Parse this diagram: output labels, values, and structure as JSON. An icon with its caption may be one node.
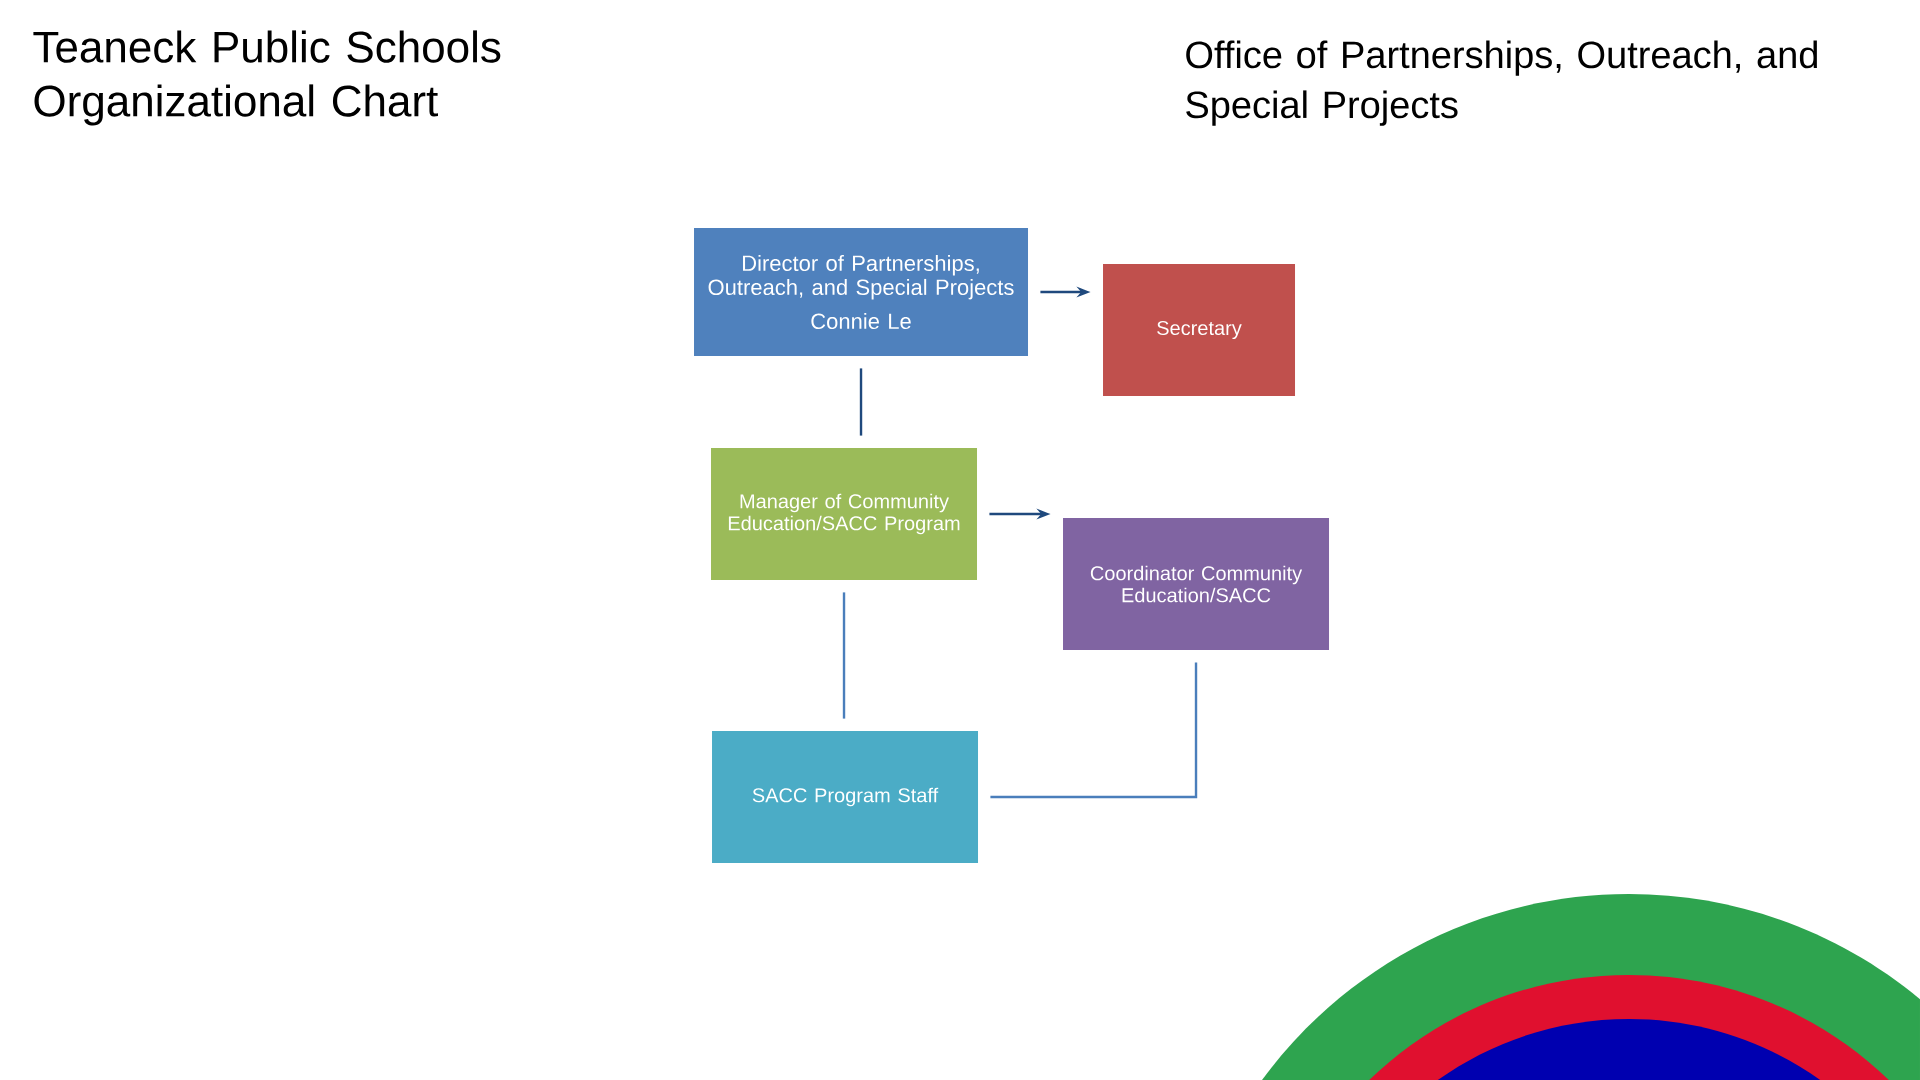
{
  "diagram": {
    "title": "Teaneck Public Schools Organizational Chart",
    "nodes": [
      {
        "text": [
          "Director of Partnerships, Outreach, and Special Projects",
          "Connie Le"
        ]
      },
      {
        "text": [
          "Secretary"
        ]
      },
      {
        "text": [
          "Manager of Community Education/SACC Program"
        ]
      },
      {
        "text": [
          "Coordinator Community Education/SACC"
        ]
      },
      {
        "text": [
          "SACC Program Staff"
        ]
      }
    ],
    "edges": [
      {
        "from": 0,
        "to": 1,
        "arrow": "to"
      },
      {
        "from": 0,
        "to": 2,
        "arrow": "none"
      },
      {
        "from": 2,
        "to": 3,
        "arrow": "to"
      },
      {
        "from": 2,
        "to": 4,
        "arrow": "none",
        "color": "#4a7ebb"
      },
      {
        "from": 3,
        "to": 4,
        "arrow": "none",
        "color": "#4a7ebb"
      }
    ],
    "labels": [
      "Office of Partnerships, Outreach, and Special Projects"
    ]
  }
}
